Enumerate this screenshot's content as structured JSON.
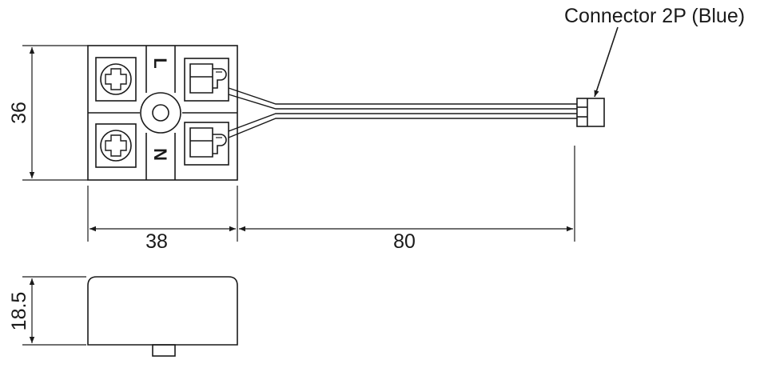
{
  "connector_label": "Connector 2P (Blue)",
  "dimensions": {
    "height": "36",
    "width": "38",
    "lead_length": "80",
    "depth": "18.5"
  },
  "terminals": {
    "top": "L",
    "bottom": "N"
  },
  "colors": {
    "line": "#1a1a1a",
    "background": "#ffffff"
  }
}
